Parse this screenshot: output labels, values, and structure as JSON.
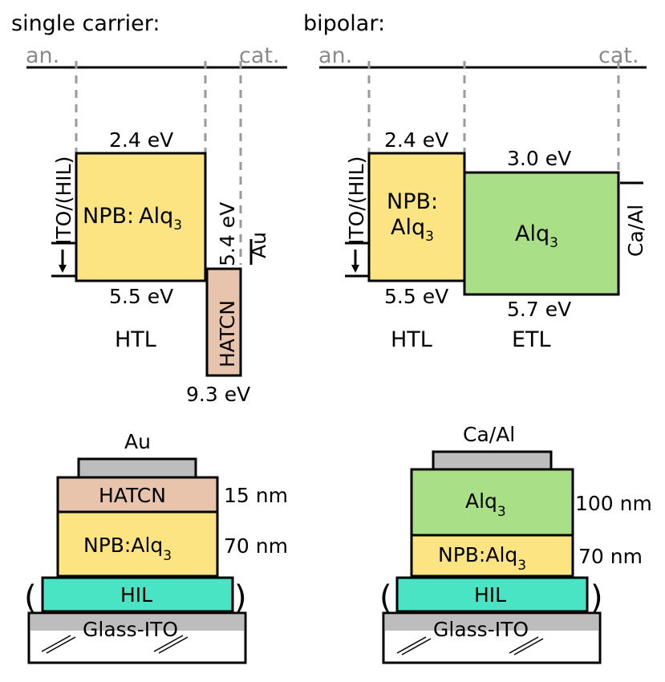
{
  "colors": {
    "npb_alq3": "#fde483",
    "alq3": "#a9df86",
    "hatcn": "#e8c4ac",
    "hil": "#48e4c4",
    "metal": "#bdbdbd",
    "glass": "#ffffff",
    "electrode_text": "#8a8a8a",
    "dashed_line": "#9a9a9a"
  },
  "single_carrier": {
    "title": "single carrier:",
    "anode_label": "an.",
    "cathode_label": "cat.",
    "energy": {
      "left_contact_label": "ITO/(HIL)",
      "npb_lumo": "2.4 eV",
      "npb_homo": "5.5 eV",
      "npb_label": "NPB:",
      "npb_label_2": "Alq",
      "npb_sub": "3",
      "hatcn_value_top": "5.4 eV",
      "hatcn_label": "HATCN",
      "hatcn_value_bottom": "9.3 eV",
      "right_contact_label": "Au",
      "layer_role": "HTL"
    },
    "stack": {
      "top_contact": "Au",
      "layers": [
        {
          "name": "HATCN",
          "thickness": "15 nm"
        },
        {
          "name": "NPB:Alq",
          "sub": "3",
          "thickness": "70 nm"
        },
        {
          "name": "HIL",
          "thickness": ""
        },
        {
          "name": "Glass-ITO",
          "thickness": ""
        }
      ]
    }
  },
  "bipolar": {
    "title": "bipolar:",
    "anode_label": "an.",
    "cathode_label": "cat.",
    "energy": {
      "left_contact_label": "ITO/(HIL)",
      "npb_lumo": "2.4 eV",
      "npb_homo": "5.5 eV",
      "npb_label": "NPB:",
      "npb_label_2": "Alq",
      "npb_sub": "3",
      "alq_lumo": "3.0 eV",
      "alq_homo": "5.7 eV",
      "alq_label": "Alq",
      "alq_sub": "3",
      "right_contact_label": "Ca/Al",
      "htl_role": "HTL",
      "etl_role": "ETL"
    },
    "stack": {
      "top_contact": "Ca/Al",
      "layers": [
        {
          "name": "Alq",
          "sub": "3",
          "thickness": "100 nm"
        },
        {
          "name": "NPB:Alq",
          "sub": "3",
          "thickness": "70 nm"
        },
        {
          "name": "HIL",
          "thickness": ""
        },
        {
          "name": "Glass-ITO",
          "thickness": ""
        }
      ]
    }
  }
}
